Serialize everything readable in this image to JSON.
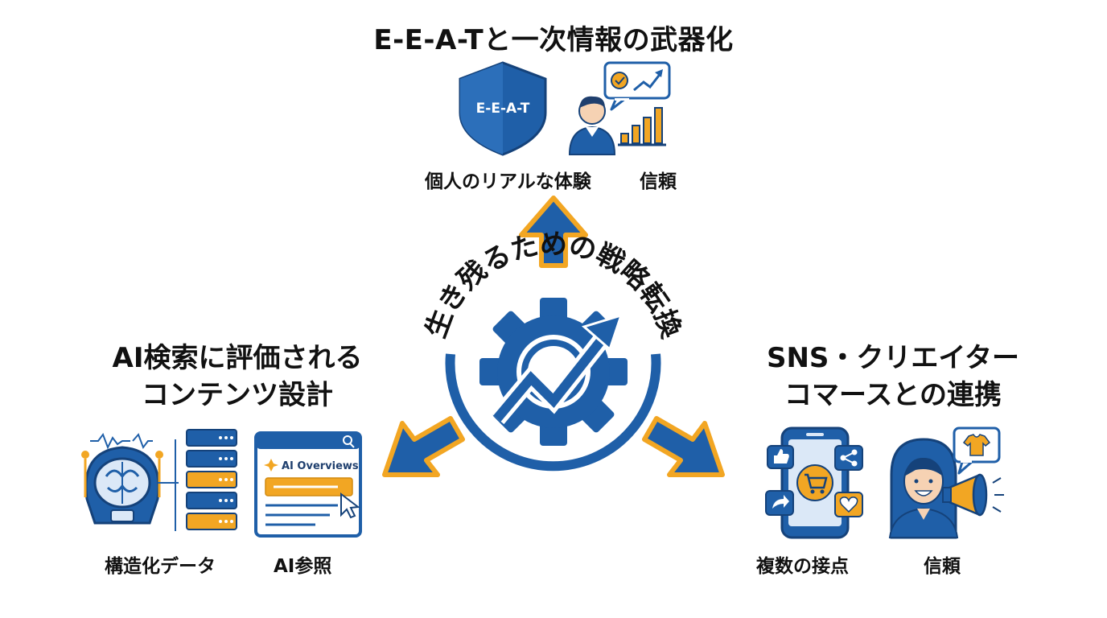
{
  "top": {
    "title": "E-E-A-Tと一次情報の武器化",
    "shield_label": "E-E-A-T",
    "caption_experience": "個人のリアルな体験",
    "caption_trust": "信頼"
  },
  "center": {
    "title": "生き残るための戦略転換"
  },
  "left": {
    "title_line1": "AI検索に評価される",
    "title_line2": "コンテンツ設計",
    "overview_label": "AI Overviews",
    "caption_structured": "構造化データ",
    "caption_reference": "AI参照"
  },
  "right": {
    "title_line1": "SNS・クリエイター",
    "title_line2": "コマースとの連携",
    "caption_touchpoints": "複数の接点",
    "caption_trust": "信頼"
  },
  "colors": {
    "primary_blue": "#1f5fa8",
    "dark_blue": "#15427a",
    "light_blue": "#dbe8f7",
    "accent_orange": "#f2a623",
    "skin": "#f6d2b3"
  },
  "icons": [
    "shield-icon",
    "person-icon",
    "chart-bubble-icon",
    "bar-chart-icon",
    "gear-arrow-icon",
    "ai-head-icon",
    "database-icon",
    "browser-icon",
    "cursor-icon",
    "smartphone-icon",
    "cart-icon",
    "like-icon",
    "share-icon",
    "heart-icon",
    "woman-icon",
    "megaphone-icon",
    "shirt-icon"
  ]
}
